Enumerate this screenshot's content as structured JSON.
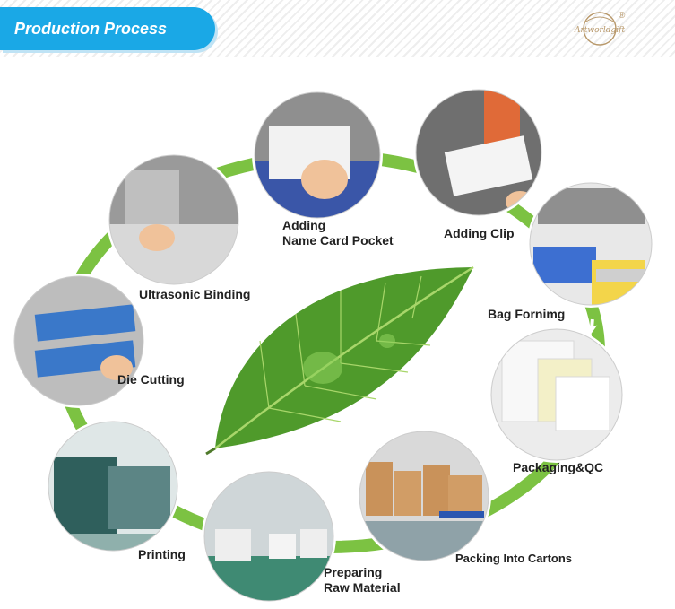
{
  "header": {
    "title": "Production Process"
  },
  "brand": {
    "logo_text": "Artworldgift",
    "registered": "®"
  },
  "colors": {
    "accent": "#1aa8e6",
    "arrow": "#7cc242",
    "leaf": "#4f9a2b",
    "brand": "#b8986a"
  },
  "steps": [
    {
      "label1": "Adding",
      "label2": "Name Card Pocket"
    },
    {
      "label1": "Adding Clip"
    },
    {
      "label1": "Bag Fornimg"
    },
    {
      "label1": "Packaging&QC"
    },
    {
      "label1": "Packing Into Cartons"
    },
    {
      "label1": "Preparing",
      "label2": "Raw Material"
    },
    {
      "label1": "Printing"
    },
    {
      "label1": "Die Cutting"
    },
    {
      "label1": "Ultrasonic Binding"
    }
  ]
}
